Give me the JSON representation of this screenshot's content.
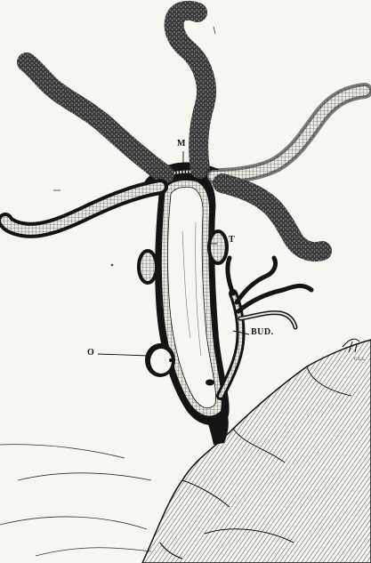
{
  "figure": {
    "labels": {
      "mouth": "M",
      "testis": "T",
      "ovary": "O",
      "bud": "BUD."
    },
    "signature": "G.L.L."
  },
  "colors": {
    "ink": "#141414",
    "paper": "#f7f6f1",
    "cell": "#e9e7de"
  }
}
